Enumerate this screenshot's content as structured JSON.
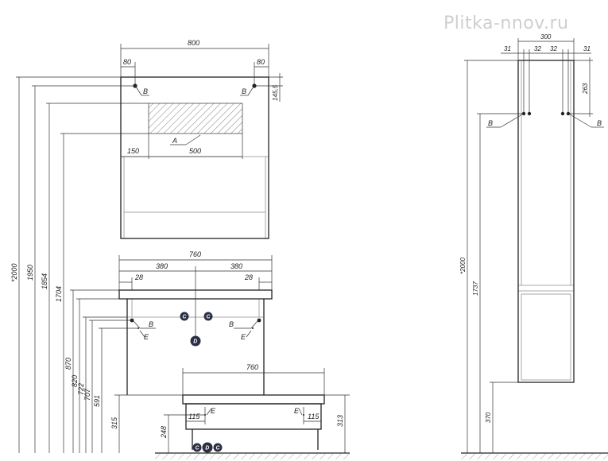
{
  "watermark": "Plitka-nnov.ru",
  "mirror": {
    "width": "800",
    "left_offset": "80",
    "right_offset": "80",
    "height_offset": "145,5",
    "shelf_offset": "150",
    "shelf_width": "500",
    "hatch_label": "A",
    "left_hole_label": "B",
    "right_hole_label": "B"
  },
  "vanity": {
    "width": "760",
    "half_left": "380",
    "half_right": "380",
    "edge_left": "28",
    "edge_right": "28",
    "hole_label_left": "B",
    "hole_label_right": "B",
    "e_label_left": "E",
    "e_label_right": "E",
    "badge_c": "C",
    "badge_d": "D"
  },
  "lower_cabinet": {
    "width": "760",
    "left_offset": "115",
    "right_offset": "115",
    "e_label_left": "E",
    "e_label_right": "E",
    "height_right": "313"
  },
  "heights": {
    "h2000": "*2000",
    "h1950": "1950",
    "h1854": "1854",
    "h1704": "1704",
    "h870": "870",
    "h820": "820",
    "h722": "722",
    "h707": "707",
    "h591": "591",
    "h315": "315",
    "h248": "248"
  },
  "floor_badges": {
    "c1": "C",
    "d": "D",
    "c2": "C"
  },
  "column": {
    "width": "300",
    "edge_left": "31",
    "gap_left": "32",
    "gap_right": "32",
    "edge_right": "31",
    "top_offset": "263",
    "hole_label_left": "B",
    "hole_label_right": "B",
    "height_total": "*2000",
    "height_mount": "1737",
    "height_floor": "370"
  }
}
